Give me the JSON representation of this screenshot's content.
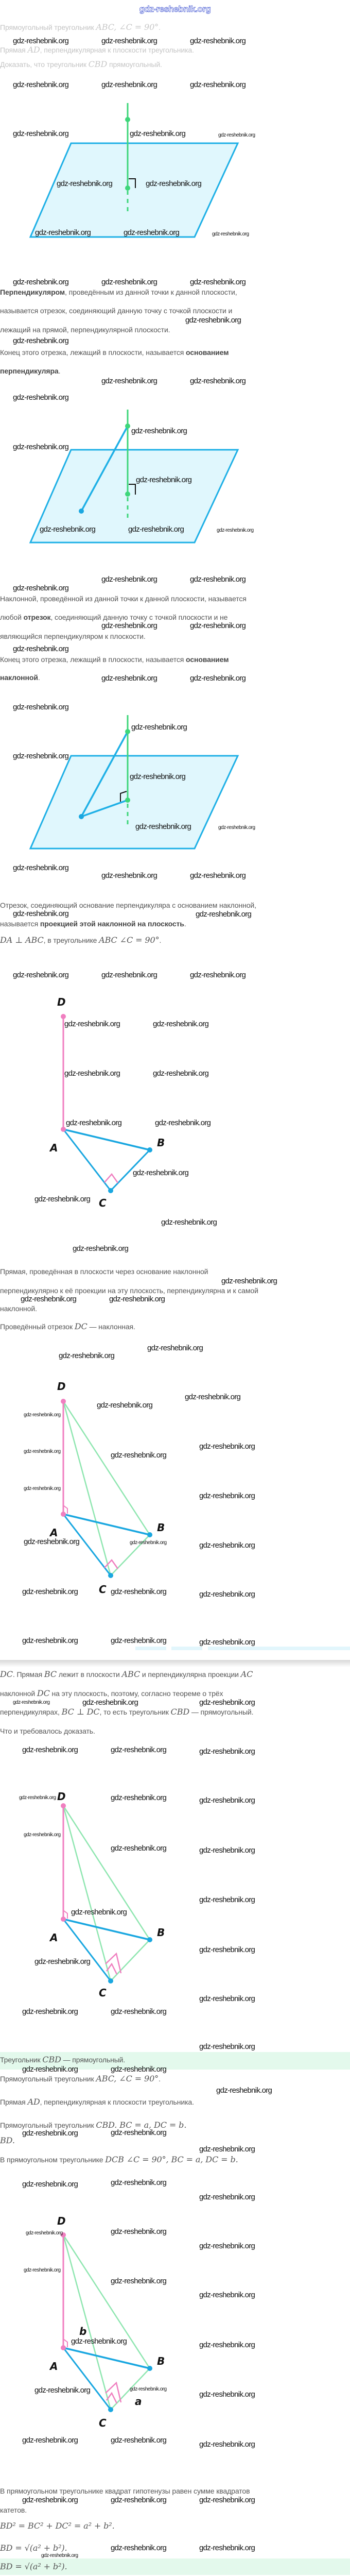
{
  "header": {
    "site": "gdz-reshebnik.org"
  },
  "watermark": "gdz-reshebnik.org",
  "figure_labels": {
    "D": "D",
    "A": "A",
    "B": "B",
    "C": "C",
    "a": "a",
    "b": "b"
  },
  "colors": {
    "plane_fill": "#e0f7fd",
    "plane_stroke": "#1fb0e6",
    "perpendicular": "#3ed67a",
    "pink": "#f07fc0",
    "blue": "#1aa7e0",
    "light_green": "#8fe6b0",
    "answer_bg": "#e3f9ec"
  },
  "lines": [
    {
      "faded": true,
      "segs": [
        {
          "t": "Прямоугольный треугольник "
        },
        {
          "t": "ABC, ∠C = 90°",
          "s": "m"
        },
        {
          "t": "."
        }
      ]
    },
    {
      "faded": true,
      "segs": [
        {
          "t": "Прямая "
        },
        {
          "t": "AD",
          "s": "m"
        },
        {
          "t": ", перпендикулярная к плоскости треугольника."
        }
      ]
    },
    {
      "faded": true,
      "segs": [
        {
          "t": "Доказать, что треугольник "
        },
        {
          "t": "CBD",
          "s": "m"
        },
        {
          "t": " прямоугольный."
        }
      ]
    },
    {
      "segs": [
        {
          "t": "Перпендикуляром",
          "s": "b"
        },
        {
          "t": ", проведённым из данной точки к данной плоскости,"
        }
      ]
    },
    {
      "segs": [
        {
          "t": "называется отрезок, соединяющий данную точку с точкой плоскости и"
        }
      ]
    },
    {
      "segs": [
        {
          "t": "лежащий на прямой, перпендикулярной плоскости."
        }
      ]
    },
    {
      "segs": [
        {
          "t": "Конец этого отрезка, лежащий в плоскости, называется "
        },
        {
          "t": "основанием",
          "s": "b"
        }
      ]
    },
    {
      "segs": [
        {
          "t": "перпендикуляра",
          "s": "b"
        },
        {
          "t": "."
        }
      ]
    },
    {
      "segs": [
        {
          "t": "Наклонной, проведённой из данной точки к данной плоскости, называется"
        }
      ]
    },
    {
      "segs": [
        {
          "t": "любой "
        },
        {
          "t": "отрезок",
          "s": "b"
        },
        {
          "t": ", соединяющий данную точку с точкой плоскости и не"
        }
      ]
    },
    {
      "segs": [
        {
          "t": "являющийся перпендикуляром к плоскости."
        }
      ]
    },
    {
      "segs": [
        {
          "t": "Конец этого отрезка, лежащий в плоскости, называется "
        },
        {
          "t": "основанием",
          "s": "b"
        }
      ]
    },
    {
      "segs": [
        {
          "t": "наклонной",
          "s": "b"
        },
        {
          "t": "."
        }
      ]
    },
    {
      "segs": [
        {
          "t": "Отрезок, соединяющий основание перпендикуляра с основанием наклонной,"
        }
      ]
    },
    {
      "segs": [
        {
          "t": "называется "
        },
        {
          "t": "проекцией этой наклонной на плоскость",
          "s": "b"
        },
        {
          "t": "."
        }
      ]
    },
    {
      "segs": [
        {
          "t": "DA ⊥ ABC",
          "s": "m"
        },
        {
          "t": ", в треугольнике "
        },
        {
          "t": "ABC ∠C = 90°",
          "s": "m"
        },
        {
          "t": "."
        }
      ]
    },
    {
      "segs": [
        {
          "t": "Прямая, проведённая в плоскости через основание наклонной"
        }
      ]
    },
    {
      "segs": [
        {
          "t": "перпендикулярно к её проекции на эту плоскость, перпендикулярна и к самой"
        }
      ]
    },
    {
      "segs": [
        {
          "t": "наклонной."
        }
      ]
    },
    {
      "segs": [
        {
          "t": "Проведённый отрезок "
        },
        {
          "t": "DC",
          "s": "m"
        },
        {
          "t": " — наклонная."
        }
      ]
    },
    {
      "segs": [
        {
          "t": "DC",
          "s": "m"
        },
        {
          "t": ". Прямая "
        },
        {
          "t": "BC",
          "s": "m"
        },
        {
          "t": " лежит в плоскости "
        },
        {
          "t": "ABC",
          "s": "m"
        },
        {
          "t": " и перпендикулярна проекции "
        },
        {
          "t": "AC",
          "s": "m"
        }
      ]
    },
    {
      "segs": [
        {
          "t": "наклонной "
        },
        {
          "t": "DC",
          "s": "m"
        },
        {
          "t": " на эту плоскость, поэтому, согласно теореме о трёх"
        }
      ]
    },
    {
      "segs": [
        {
          "t": "перпендикулярах, "
        },
        {
          "t": "BC ⊥ DC",
          "s": "m"
        },
        {
          "t": ", то есть треугольник "
        },
        {
          "t": "CBD",
          "s": "m"
        },
        {
          "t": " — прямоугольный."
        }
      ]
    },
    {
      "segs": [
        {
          "t": "Что и требовалось доказать."
        }
      ]
    },
    {
      "segs": [
        {
          "t": "Треугольник "
        },
        {
          "t": "CBD",
          "s": "m"
        },
        {
          "t": " — прямоугольный."
        }
      ]
    },
    {
      "segs": [
        {
          "t": "Прямоугольный треугольник "
        },
        {
          "t": "ABC, ∠C = 90°",
          "s": "m"
        },
        {
          "t": "."
        }
      ]
    },
    {
      "segs": [
        {
          "t": "Прямая "
        },
        {
          "t": "AD",
          "s": "m"
        },
        {
          "t": ", перпендикулярная к плоскости треугольника."
        }
      ]
    },
    {
      "segs": [
        {
          "t": "Прямоугольный треугольник "
        },
        {
          "t": "CBD. BC = a, DC = b.",
          "s": "m"
        }
      ]
    },
    {
      "segs": [
        {
          "t": "BD.",
          "s": "m"
        }
      ]
    },
    {
      "segs": [
        {
          "t": "В прямоугольном треугольнике "
        },
        {
          "t": "DCB ∠C = 90°, BC = a, DC = b.",
          "s": "m"
        }
      ]
    },
    {
      "segs": [
        {
          "t": "В прямоугольном треугольнике квадрат гипотенузы равен сумме квадратов"
        }
      ]
    },
    {
      "segs": [
        {
          "t": "катетов."
        }
      ]
    },
    {
      "segs": [
        {
          "t": "BD² = BC² + DC² = a² + b².",
          "s": "m"
        }
      ]
    },
    {
      "segs": [
        {
          "t": "BD = √(a² + b²).",
          "s": "m"
        }
      ]
    },
    {
      "segs": [
        {
          "t": "BD = √(a² + b²).",
          "s": "m"
        }
      ]
    }
  ]
}
